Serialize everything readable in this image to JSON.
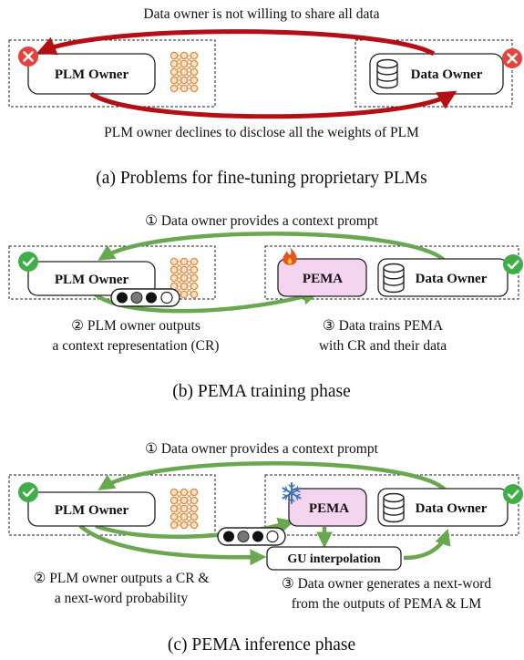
{
  "colors": {
    "red_arrow": "#b30f14",
    "green_arrow": "#6aa84f",
    "red_badge": "#e8413c",
    "green_badge": "#3fae49",
    "neural_net": "#e8873a",
    "pema_fill": "#f5d4ef",
    "pema_fire": "#e8541e",
    "pema_snowflake": "#3b74c4"
  },
  "panel_a": {
    "top_note": "Data owner is not willing to share all data",
    "plm_owner_label": "PLM Owner",
    "data_owner_label": "Data Owner",
    "bottom_note": "PLM owner declines to disclose all the weights of PLM",
    "caption": "(a) Problems for fine-tuning proprietary PLMs",
    "badges": [
      "cross-icon",
      "cross-icon"
    ]
  },
  "panel_b": {
    "step1": "① Data owner provides a context prompt",
    "plm_owner_label": "PLM Owner",
    "pema_label": "PEMA",
    "data_owner_label": "Data Owner",
    "step2_line1": "② PLM owner outputs",
    "step2_line2": "a context representation (CR)",
    "step3_line1": "③ Data trains PEMA",
    "step3_line2": "with CR and their data",
    "caption": "(b) PEMA training phase",
    "badges": [
      "check-icon",
      "check-icon"
    ],
    "pema_icon": "fire-icon"
  },
  "panel_c": {
    "step1": "① Data owner provides a context prompt",
    "plm_owner_label": "PLM Owner",
    "pema_label": "PEMA",
    "data_owner_label": "Data Owner",
    "gu_label": "GU interpolation",
    "step2_line1": "② PLM owner outputs a CR &",
    "step2_line2": "a next-word probability",
    "step3_line1": "③ Data owner generates a next-word",
    "step3_line2": "from the outputs of PEMA & LM",
    "caption": "(c) PEMA inference phase",
    "badges": [
      "check-icon",
      "check-icon"
    ],
    "pema_icon": "snowflake-icon"
  }
}
